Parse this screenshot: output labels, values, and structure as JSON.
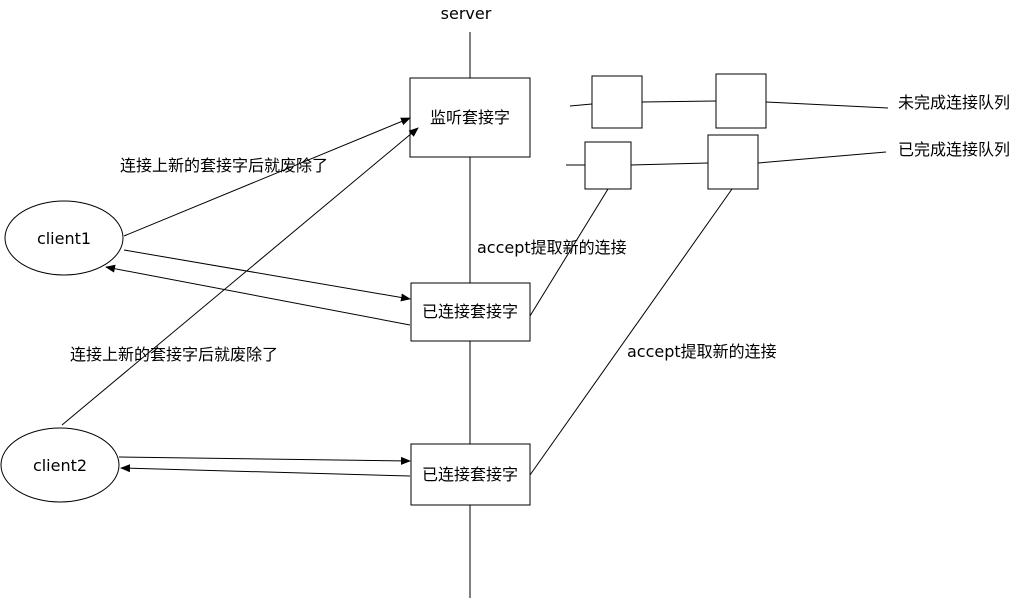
{
  "server_label": "server",
  "boxes": {
    "listen_socket": "监听套接字",
    "connected_socket_1": "已连接套接字",
    "connected_socket_2": "已连接套接字"
  },
  "clients": {
    "client1": "client1",
    "client2": "client2"
  },
  "queues": {
    "incomplete": "未完成连接队列",
    "complete": "已完成连接队列"
  },
  "annotations": {
    "discard_1": "连接上新的套接字后就废除了",
    "discard_2": "连接上新的套接字后就废除了",
    "accept_1": "accept提取新的连接",
    "accept_2": "accept提取新的连接"
  },
  "colors": {
    "stroke": "#000000",
    "background": "#ffffff"
  }
}
